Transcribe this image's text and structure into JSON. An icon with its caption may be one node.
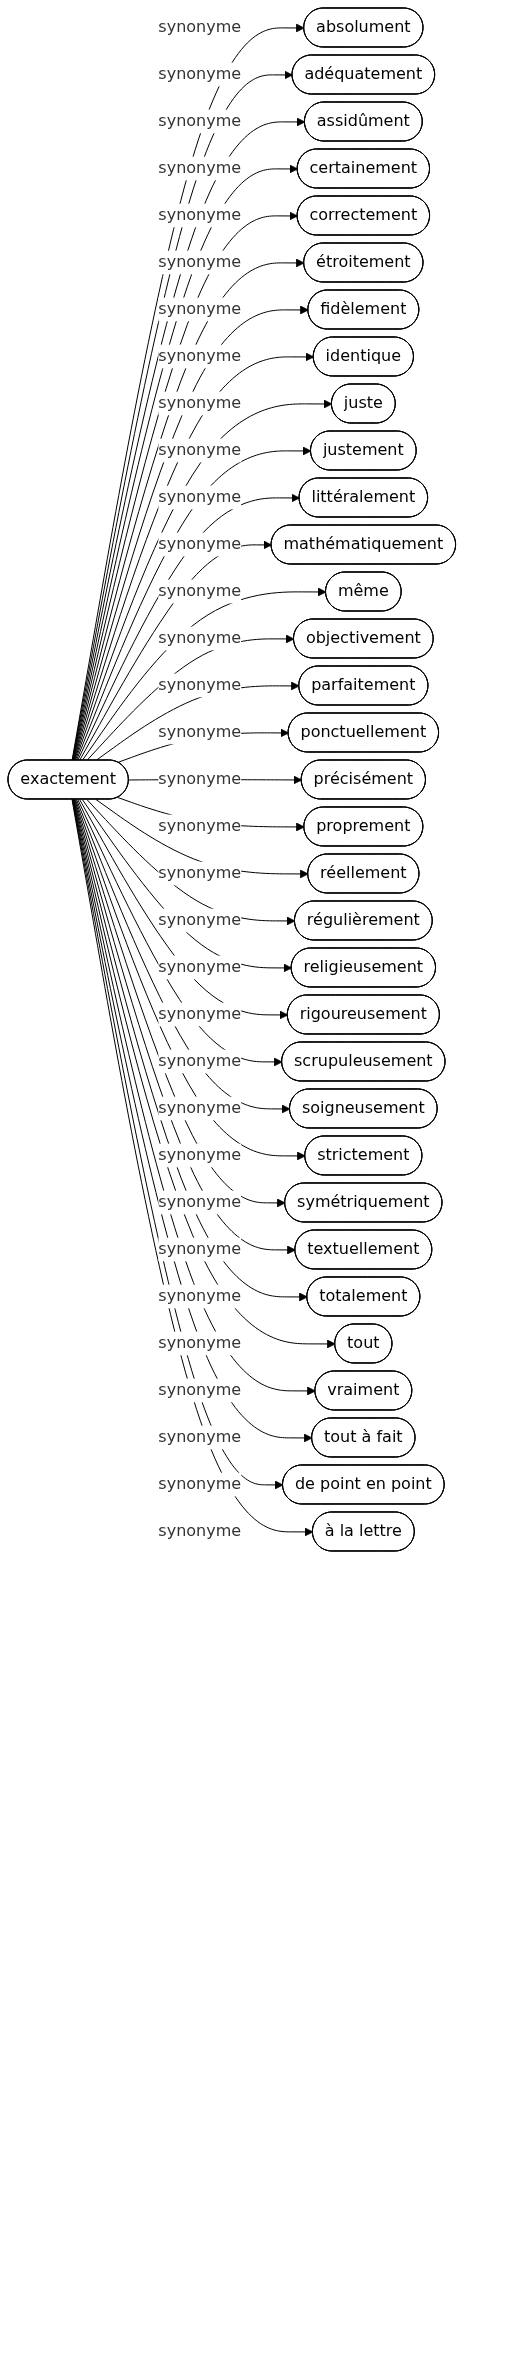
{
  "diagram": {
    "nodes": [
      {
        "text": [
          "exactement"
        ]
      },
      {
        "text": [
          "absolument"
        ]
      },
      {
        "text": [
          "adéquatement"
        ]
      },
      {
        "text": [
          "assidûment"
        ]
      },
      {
        "text": [
          "certainement"
        ]
      },
      {
        "text": [
          "correctement"
        ]
      },
      {
        "text": [
          "étroitement"
        ]
      },
      {
        "text": [
          "fidèlement"
        ]
      },
      {
        "text": [
          "identique"
        ]
      },
      {
        "text": [
          "juste"
        ]
      },
      {
        "text": [
          "justement"
        ]
      },
      {
        "text": [
          "littéralement"
        ]
      },
      {
        "text": [
          "mathématiquement"
        ]
      },
      {
        "text": [
          "même"
        ]
      },
      {
        "text": [
          "objectivement"
        ]
      },
      {
        "text": [
          "parfaitement"
        ]
      },
      {
        "text": [
          "ponctuellement"
        ]
      },
      {
        "text": [
          "précisément"
        ]
      },
      {
        "text": [
          "proprement"
        ]
      },
      {
        "text": [
          "réellement"
        ]
      },
      {
        "text": [
          "régulièrement"
        ]
      },
      {
        "text": [
          "religieusement"
        ]
      },
      {
        "text": [
          "rigoureusement"
        ]
      },
      {
        "text": [
          "scrupuleusement"
        ]
      },
      {
        "text": [
          "soigneusement"
        ]
      },
      {
        "text": [
          "strictement"
        ]
      },
      {
        "text": [
          "symétriquement"
        ]
      },
      {
        "text": [
          "textuellement"
        ]
      },
      {
        "text": [
          "totalement"
        ]
      },
      {
        "text": [
          "tout"
        ]
      },
      {
        "text": [
          "vraiment"
        ]
      },
      {
        "text": [
          "tout à fait"
        ]
      },
      {
        "text": [
          "de point en point"
        ]
      },
      {
        "text": [
          "à la lettre"
        ]
      }
    ],
    "edges": [
      {
        "from": 0,
        "to": 1,
        "arrow": "to",
        "label": "synonyme"
      },
      {
        "from": 0,
        "to": 2,
        "arrow": "to",
        "label": "synonyme"
      },
      {
        "from": 0,
        "to": 3,
        "arrow": "to",
        "label": "synonyme"
      },
      {
        "from": 0,
        "to": 4,
        "arrow": "to",
        "label": "synonyme"
      },
      {
        "from": 0,
        "to": 5,
        "arrow": "to",
        "label": "synonyme"
      },
      {
        "from": 0,
        "to": 6,
        "arrow": "to",
        "label": "synonyme"
      },
      {
        "from": 0,
        "to": 7,
        "arrow": "to",
        "label": "synonyme"
      },
      {
        "from": 0,
        "to": 8,
        "arrow": "to",
        "label": "synonyme"
      },
      {
        "from": 0,
        "to": 9,
        "arrow": "to",
        "label": "synonyme"
      },
      {
        "from": 0,
        "to": 10,
        "arrow": "to",
        "label": "synonyme"
      },
      {
        "from": 0,
        "to": 11,
        "arrow": "to",
        "label": "synonyme"
      },
      {
        "from": 0,
        "to": 12,
        "arrow": "to",
        "label": "synonyme"
      },
      {
        "from": 0,
        "to": 13,
        "arrow": "to",
        "label": "synonyme"
      },
      {
        "from": 0,
        "to": 14,
        "arrow": "to",
        "label": "synonyme"
      },
      {
        "from": 0,
        "to": 15,
        "arrow": "to",
        "label": "synonyme"
      },
      {
        "from": 0,
        "to": 16,
        "arrow": "to",
        "label": "synonyme"
      },
      {
        "from": 0,
        "to": 17,
        "arrow": "to",
        "label": "synonyme"
      },
      {
        "from": 0,
        "to": 18,
        "arrow": "to",
        "label": "synonyme"
      },
      {
        "from": 0,
        "to": 19,
        "arrow": "to",
        "label": "synonyme"
      },
      {
        "from": 0,
        "to": 20,
        "arrow": "to",
        "label": "synonyme"
      },
      {
        "from": 0,
        "to": 21,
        "arrow": "to",
        "label": "synonyme"
      },
      {
        "from": 0,
        "to": 22,
        "arrow": "to",
        "label": "synonyme"
      },
      {
        "from": 0,
        "to": 23,
        "arrow": "to",
        "label": "synonyme"
      },
      {
        "from": 0,
        "to": 24,
        "arrow": "to",
        "label": "synonyme"
      },
      {
        "from": 0,
        "to": 25,
        "arrow": "to",
        "label": "synonyme"
      },
      {
        "from": 0,
        "to": 26,
        "arrow": "to",
        "label": "synonyme"
      },
      {
        "from": 0,
        "to": 27,
        "arrow": "to",
        "label": "synonyme"
      },
      {
        "from": 0,
        "to": 28,
        "arrow": "to",
        "label": "synonyme"
      },
      {
        "from": 0,
        "to": 29,
        "arrow": "to",
        "label": "synonyme"
      },
      {
        "from": 0,
        "to": 30,
        "arrow": "to",
        "label": "synonyme"
      },
      {
        "from": 0,
        "to": 31,
        "arrow": "to",
        "label": "synonyme"
      },
      {
        "from": 0,
        "to": 32,
        "arrow": "to",
        "label": "synonyme"
      },
      {
        "from": 0,
        "to": 33,
        "arrow": "to",
        "label": "synonyme"
      }
    ]
  }
}
